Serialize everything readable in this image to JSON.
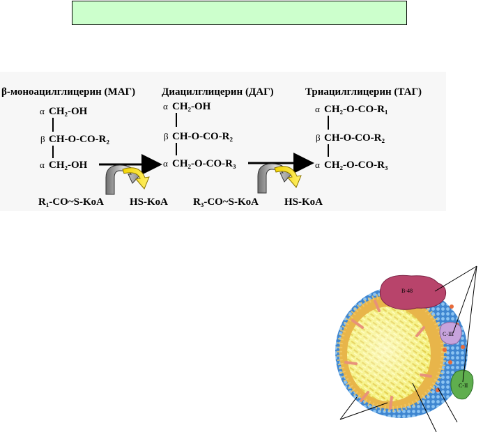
{
  "header_box": {
    "text": ""
  },
  "scheme": {
    "mag": {
      "title": "β-моноацилглицерин (МАГ)",
      "rows": [
        {
          "pos": "α",
          "text": "CH₂-OH"
        },
        {
          "pos": "β",
          "text": "CH-O-CO-R₂"
        },
        {
          "pos": "α",
          "text": "CH₂-OH"
        }
      ]
    },
    "dag": {
      "title": "Диацилглицерин (ДАГ)",
      "rows": [
        {
          "pos": "α",
          "text": "CH₂-OH"
        },
        {
          "pos": "β",
          "text": "CH-O-CO-R₂"
        },
        {
          "pos": "α",
          "text": "CH₂-O-CO-R₃"
        }
      ]
    },
    "tag": {
      "title": "Триацилглицерин (ТАГ)",
      "rows": [
        {
          "pos": "α",
          "text": "CH₂-O-CO-R₁"
        },
        {
          "pos": "β",
          "text": "CH-O-CO-R₂"
        },
        {
          "pos": "α",
          "text": "CH₂-O-CO-R₃"
        }
      ]
    },
    "reaction1": {
      "substrate": "R₁-CO~S-KoA",
      "product": "HS-KoA"
    },
    "reaction2": {
      "substrate": "R₃-CO~S-KoA",
      "product": "HS-KoA"
    }
  },
  "lipoprotein": {
    "apoproteins": [
      "B-48",
      "C-III",
      "C-II"
    ],
    "colors": {
      "surface": "#4a8fd6",
      "core": "#f3f06a",
      "b48": "#b8446b",
      "c3": "#c7a3dc",
      "c2": "#5fae4e"
    }
  }
}
